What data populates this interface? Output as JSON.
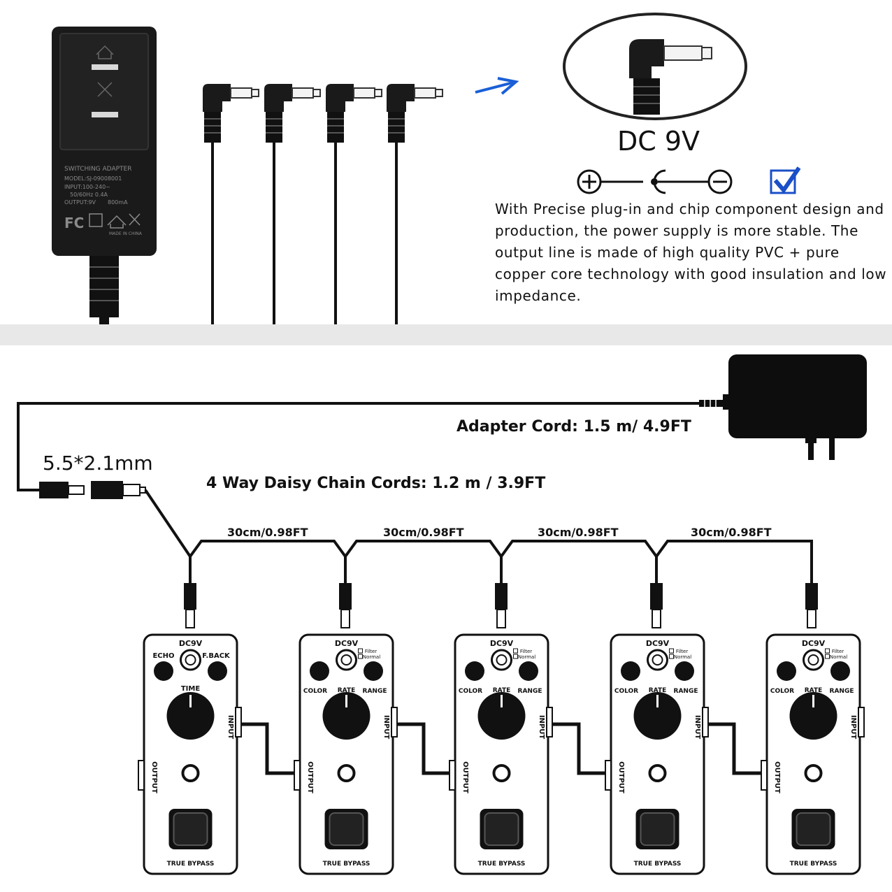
{
  "top_panel": {
    "voltage_label": "DC 9V",
    "polarity_symbols": [
      "⊕",
      "⊖"
    ],
    "description_lines": [
      "With Precise plug-in and chip component design and",
      "production, the power supply is more stable. The",
      "output line is made of high quality PVC + pure",
      "copper core technology with good insulation and low",
      "impedance."
    ],
    "adapter_printed": {
      "title": "SWITCHING ADAPTER",
      "model": "MODEL:SJ-09008001",
      "input": "INPUT:100-240~",
      "freq": "50/60Hz 0.4A",
      "output": "OUTPUT:9V",
      "current": "800mA",
      "origin": "MADE IN CHINA",
      "fc": "FC"
    }
  },
  "bottom_panel": {
    "adapter_cord": "Adapter Cord: 1.5 m/ 4.9FT",
    "daisy_chain": "4 Way Daisy Chain Cords: 1.2 m / 3.9FT",
    "plug_size": "5.5*2.1mm",
    "segments": [
      "30cm/0.98FT",
      "30cm/0.98FT",
      "30cm/0.98FT",
      "30cm/0.98FT"
    ]
  },
  "pedals": [
    {
      "dc": "DC9V",
      "left_knob": "ECHO",
      "right_knob": "F.BACK",
      "main_knob": "TIME",
      "input": "INPUT",
      "output": "OUTPUT",
      "footswitch": "TRUE BYPASS"
    },
    {
      "dc": "DC9V",
      "switch_top": "Filter",
      "switch_bottom": "Normal",
      "left_knob": "COLOR",
      "center_label": "RATE",
      "right_knob": "RANGE",
      "input": "INPUT",
      "output": "OUTPUT",
      "footswitch": "TRUE BYPASS"
    },
    {
      "dc": "DC9V",
      "switch_top": "Filter",
      "switch_bottom": "Normal",
      "left_knob": "COLOR",
      "center_label": "RATE",
      "right_knob": "RANGE",
      "input": "INPUT",
      "output": "OUTPUT",
      "footswitch": "TRUE BYPASS"
    },
    {
      "dc": "DC9V",
      "switch_top": "Filter",
      "switch_bottom": "Normal",
      "left_knob": "COLOR",
      "center_label": "RATE",
      "right_knob": "RANGE",
      "input": "INPUT",
      "output": "OUTPUT",
      "footswitch": "TRUE BYPASS"
    },
    {
      "dc": "DC9V",
      "switch_top": "Filter",
      "switch_bottom": "Normal",
      "left_knob": "COLOR",
      "center_label": "RATE",
      "right_knob": "RANGE",
      "input": "INPUT",
      "output": "OUTPUT",
      "footswitch": "TRUE BYPASS"
    }
  ],
  "colors": {
    "accent_arrow": "#1a5fd6",
    "checkbox": "#1a4fc8",
    "ink": "#111111"
  }
}
